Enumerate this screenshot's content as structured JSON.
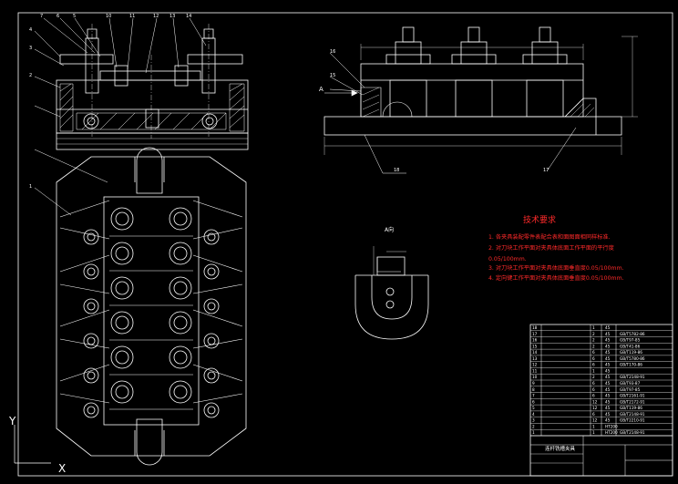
{
  "tech": {
    "title": "技术要求",
    "lines": [
      "1. 各夹具装配零件表配合表和面图面相同样标准.",
      "2. 对刀块工作平面对夹具体底面工作平面的平行度",
      "0.05/100mm.",
      "3. 对刀块工作平面对夹具体底面垂直度0.05/100mm.",
      "4. 定向键工作平面对夹具体底面垂直度0.05/100mm."
    ]
  },
  "balloons": {
    "top_left": [
      "7",
      "6",
      "5",
      "4",
      "3",
      "2",
      "1"
    ],
    "top_row": [
      "10",
      "11",
      "12",
      "13",
      "14"
    ],
    "right_view": [
      "16",
      "15",
      "18",
      "17"
    ]
  },
  "labels": {
    "section_a_marker": "A",
    "section_a_view": "A向",
    "axis_x": "X",
    "axis_y": "Y"
  },
  "title_block": {
    "drawing_name": "连杆铣槽夹具",
    "part_rows": [
      [
        "18",
        "",
        "1",
        "45",
        ""
      ],
      [
        "17",
        "",
        "2",
        "45",
        "GB/T5782-86"
      ],
      [
        "16",
        "",
        "2",
        "45",
        "GB/T97-85"
      ],
      [
        "15",
        "",
        "2",
        "45",
        "GB/T41-86"
      ],
      [
        "14",
        "",
        "6",
        "45",
        "GB/T119-86"
      ],
      [
        "13",
        "",
        "6",
        "45",
        "GB/T5780-86"
      ],
      [
        "12",
        "",
        "6",
        "45",
        "GB/T170-86"
      ],
      [
        "11",
        "",
        "1",
        "45",
        ""
      ],
      [
        "10",
        "",
        "2",
        "45",
        "GB/T2148-91"
      ],
      [
        "9",
        "",
        "6",
        "45",
        "GB/T93-87"
      ],
      [
        "8",
        "",
        "6",
        "45",
        "GB/T97-85"
      ],
      [
        "7",
        "",
        "6",
        "45",
        "GB/T2161-91"
      ],
      [
        "6",
        "",
        "12",
        "45",
        "GB/T2172-91"
      ],
      [
        "5",
        "",
        "12",
        "45",
        "GB/T119-86"
      ],
      [
        "4",
        "",
        "6",
        "45",
        "GB/T2148-91"
      ],
      [
        "3",
        "",
        "12",
        "45",
        "GB/T2210-91"
      ],
      [
        "2",
        "",
        "1",
        "HT200",
        ""
      ],
      [
        "1",
        "",
        "1",
        "HT200",
        "GB/T2148-91"
      ]
    ]
  },
  "colors": {
    "background": "#000000",
    "line": "#ffffff",
    "annotation": "#ff2a2a"
  }
}
